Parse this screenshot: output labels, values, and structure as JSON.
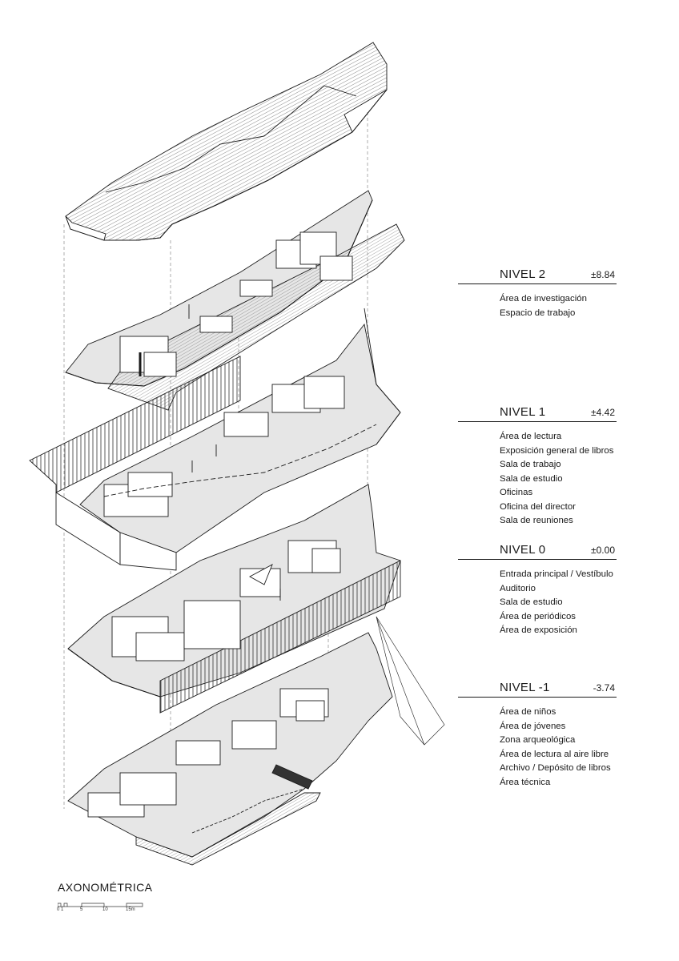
{
  "levels": [
    {
      "name": "NIVEL 2",
      "elevation": "±8.84",
      "spaces": [
        "Área de investigación",
        "Espacio de trabajo"
      ]
    },
    {
      "name": "NIVEL 1",
      "elevation": "±4.42",
      "spaces": [
        "Área de lectura",
        "Exposición general de libros",
        "Sala de trabajo",
        "Sala de estudio",
        "Oficinas",
        "Oficina del director",
        "Sala de reuniones"
      ]
    },
    {
      "name": "NIVEL 0",
      "elevation": "±0.00",
      "spaces": [
        "Entrada principal / Vestíbulo",
        "Auditorio",
        "Sala de estudio",
        "Área de periódicos",
        "Área de exposición"
      ]
    },
    {
      "name": "NIVEL -1",
      "elevation": "-3.74",
      "spaces": [
        "Área de niños",
        "Área de jóvenes",
        "Zona arqueológica",
        "Área de lectura al aire libre",
        "Archivo / Depósito de libros",
        "Área técnica"
      ]
    }
  ],
  "drawing_title": "AXONOMÉTRICA",
  "scale_bar": {
    "labels": [
      "0",
      "1",
      "5",
      "10",
      "15m"
    ]
  },
  "colors": {
    "line": "#1a1a1a",
    "floor": "#e6e6e6",
    "roof": "#dcdcdc",
    "paper": "#ffffff"
  }
}
